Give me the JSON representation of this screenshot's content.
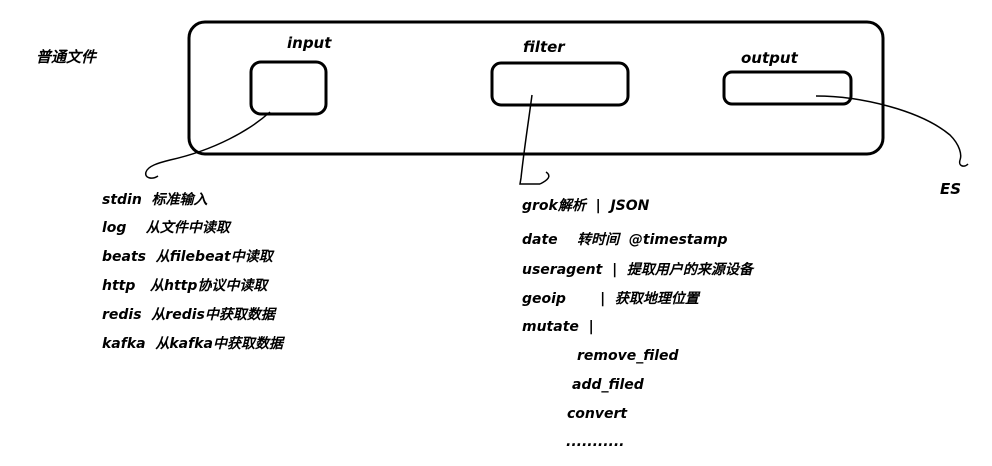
{
  "diagram": {
    "source_label": "普通文件",
    "stages": {
      "input": "input",
      "filter": "filter",
      "output": "output"
    },
    "destination": "ES",
    "input_items": [
      "stdin  标准输入",
      "log    从文件中读取",
      "beats  从filebeat中读取",
      "http   从http协议中读取",
      "redis  从redis中获取数据",
      "kafka  从kafka中获取数据"
    ],
    "filter_items": [
      "grok解析  |  JSON",
      "date    转时间  @timestamp",
      "useragent  |  提取用户的来源设备",
      "geoip       |  获取地理位置",
      "mutate  |"
    ],
    "mutate_items": [
      "remove_filed",
      "add_filed",
      "convert",
      "..........."
    ]
  }
}
